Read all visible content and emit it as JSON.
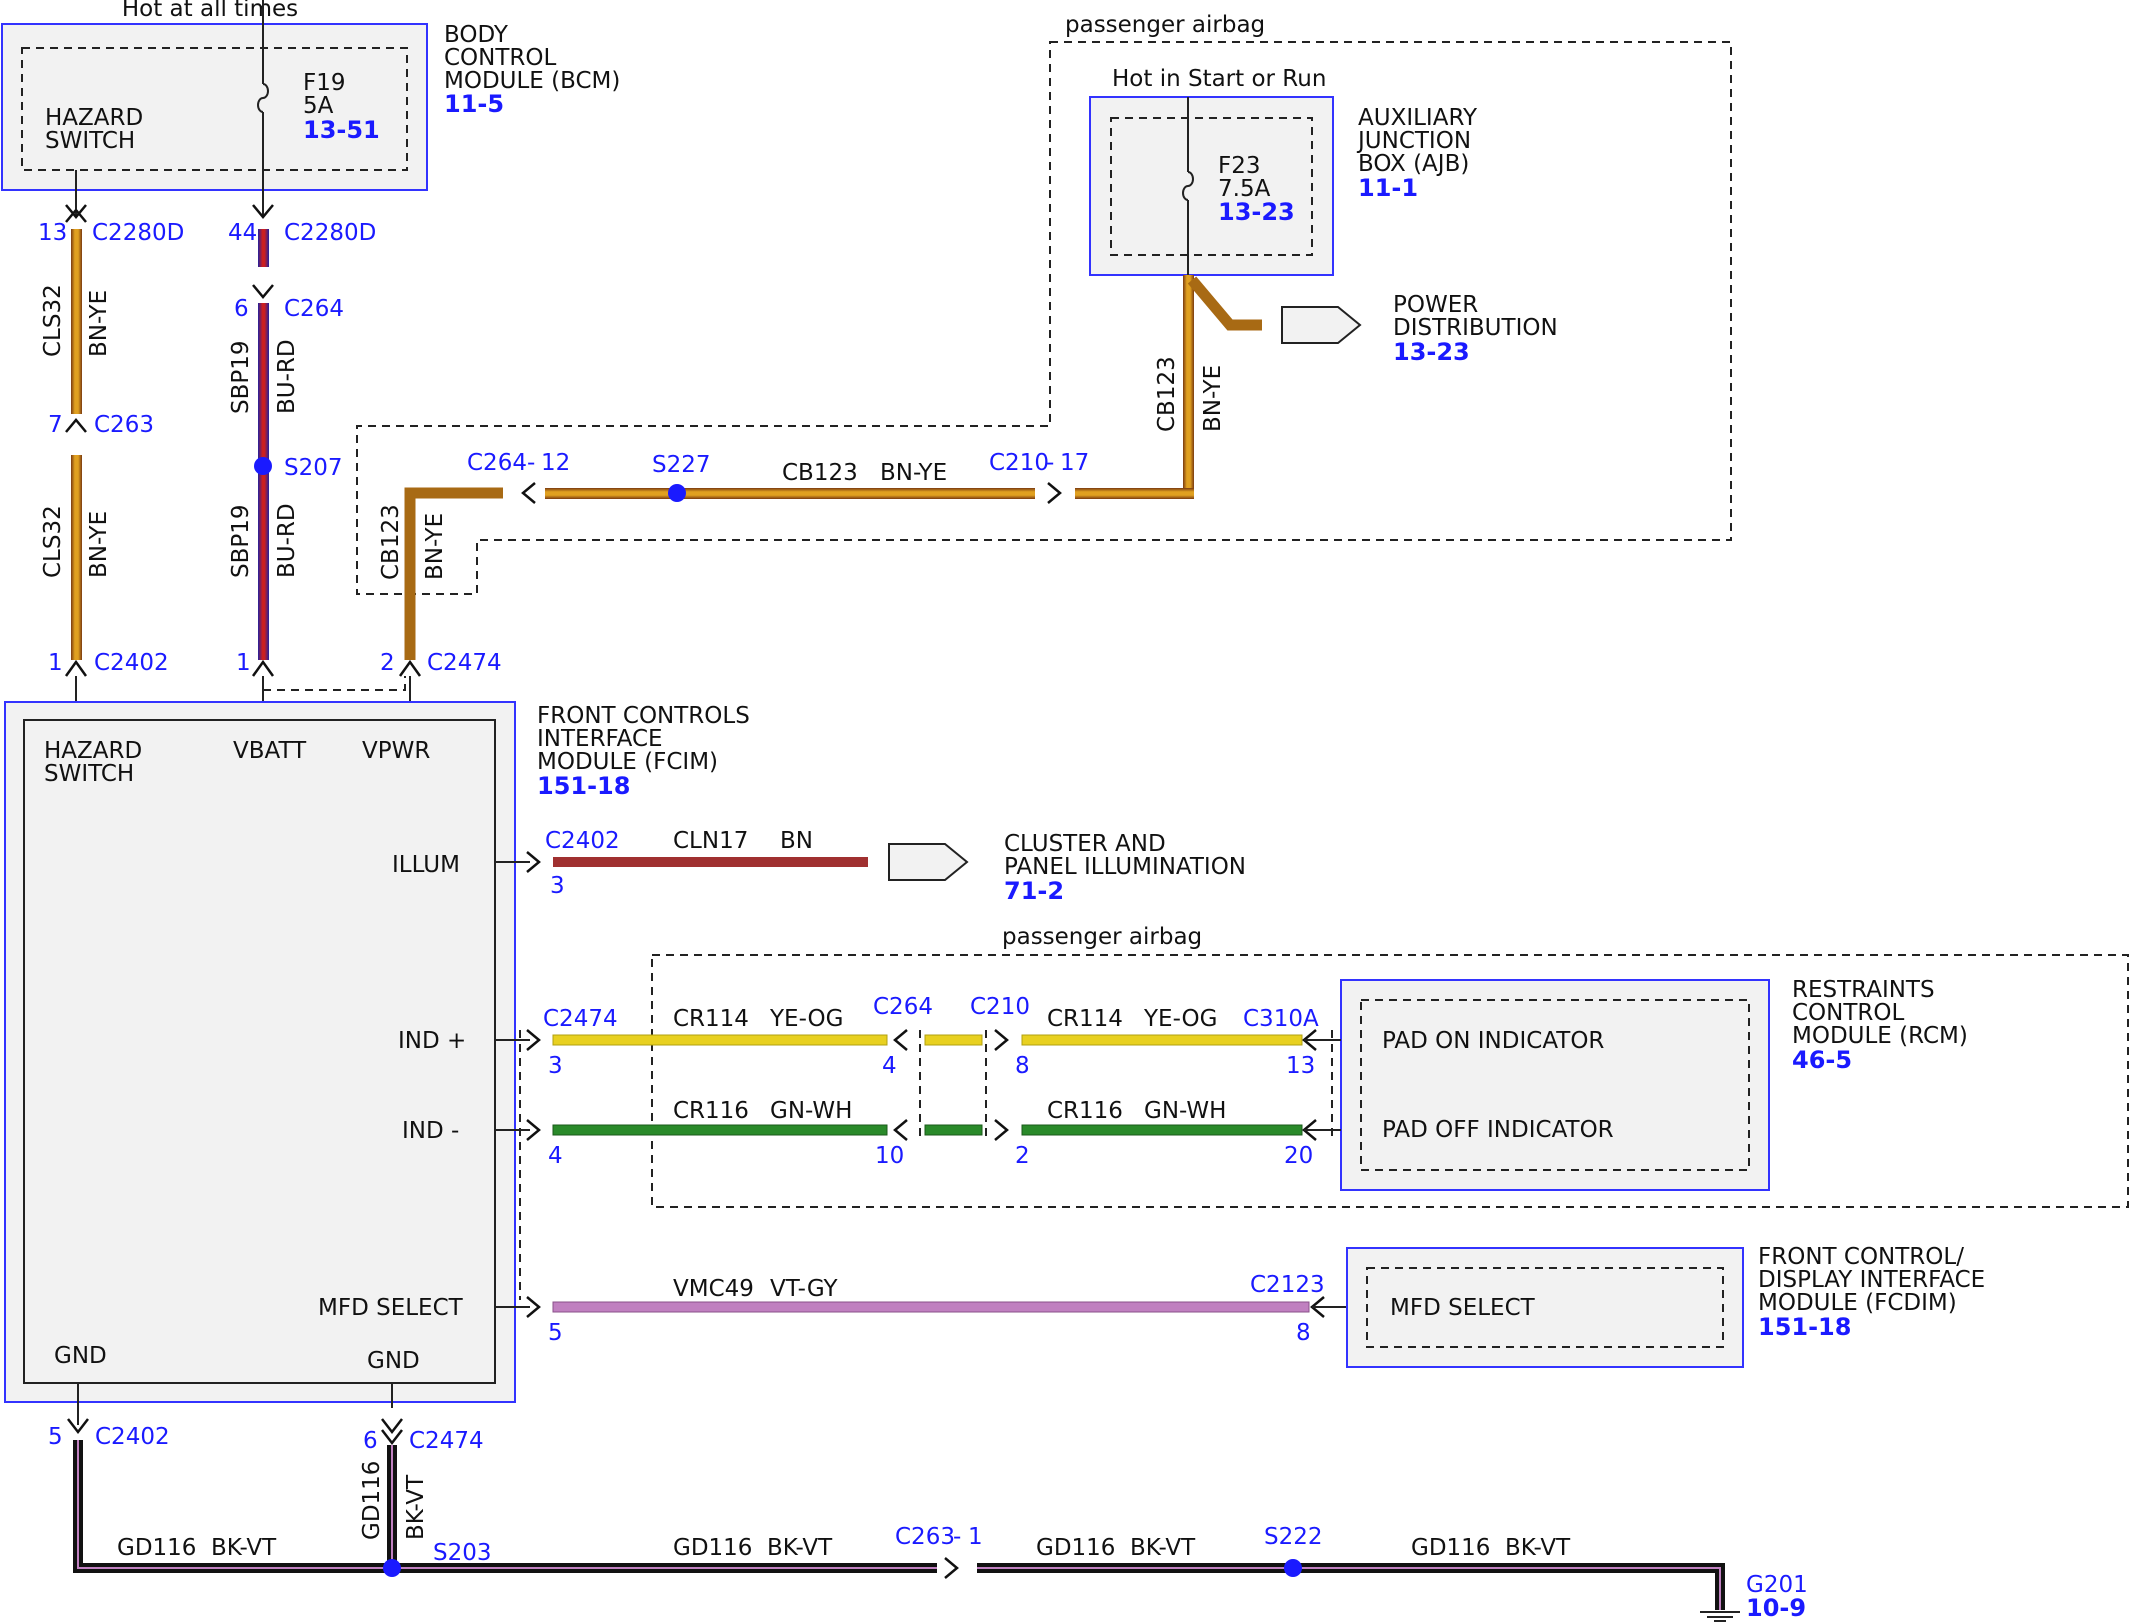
{
  "title": "",
  "labels": {
    "hot_at_all_times": "Hot at all times",
    "hot_start_run": "Hot in Start or Run",
    "passenger_airbag": "passenger airbag"
  },
  "bcm": {
    "name": [
      "BODY",
      "CONTROL",
      "MODULE (BCM)"
    ],
    "ref": "11-5",
    "switch": [
      "HAZARD",
      "SWITCH"
    ],
    "fuse": "F19",
    "rating": "5A",
    "fuse_ref": "13-51"
  },
  "ajb": {
    "name": [
      "AUXILIARY",
      "JUNCTION",
      "BOX (AJB)"
    ],
    "ref": "11-1",
    "fuse": "F23",
    "rating": "7.5A",
    "fuse_ref": "13-23"
  },
  "power_dist": {
    "name": [
      "POWER",
      "DISTRIBUTION"
    ],
    "ref": "13-23"
  },
  "fcim": {
    "name": [
      "FRONT CONTROLS",
      "INTERFACE",
      "MODULE (FCIM)"
    ],
    "ref": "151-18",
    "pins": {
      "hazard": [
        "HAZARD",
        "SWITCH"
      ],
      "vbatt": "VBATT",
      "vpwr": "VPWR",
      "illum": "ILLUM",
      "ind_plus": "IND +",
      "ind_minus": "IND -",
      "mfd": "MFD SELECT",
      "gnd1": "GND",
      "gnd2": "GND"
    }
  },
  "cluster": {
    "name": [
      "CLUSTER AND",
      "PANEL ILLUMINATION"
    ],
    "ref": "71-2"
  },
  "rcm": {
    "name": [
      "RESTRAINTS",
      "CONTROL",
      "MODULE (RCM)"
    ],
    "ref": "46-5",
    "pad_on": "PAD ON INDICATOR",
    "pad_off": "PAD OFF INDICATOR"
  },
  "fcdim": {
    "name": [
      "FRONT CONTROL/",
      "DISPLAY INTERFACE",
      "MODULE (FCDIM)"
    ],
    "ref": "151-18",
    "mfd": "MFD SELECT"
  },
  "ground": {
    "name": "G201",
    "ref": "10-9"
  },
  "connectors": {
    "c2280d": "C2280D",
    "c264": "C264",
    "c263": "C263",
    "c2402": "C2402",
    "c2474": "C2474",
    "c210": "C210",
    "c310a": "C310A",
    "c2123": "C2123",
    "c264_12": "C264",
    "c210_17": "C210",
    "c263_1": "C263"
  },
  "splices": {
    "s207": "S207",
    "s227": "S227",
    "s203": "S203",
    "s222": "S222"
  },
  "pins": {
    "p13": "13",
    "p44": "44",
    "p6a": "6",
    "p7": "7",
    "p1a": "1",
    "p1b": "1",
    "p2": "2",
    "p12": "12",
    "p17": "17",
    "p3a": "3",
    "p3b": "3",
    "p4a": "4",
    "p8a": "8",
    "p13b": "13",
    "p4b": "4",
    "p10": "10",
    "p2b": "2",
    "p20": "20",
    "p5": "5",
    "p8b": "8",
    "p5b": "5",
    "p6b": "6",
    "p1c": "1",
    "dash1": "-",
    "dash2": "-",
    "dash3": "-"
  },
  "wires": {
    "cls32_a": {
      "circuit": "CLS32",
      "color": "BN-YE"
    },
    "cls32_b": {
      "circuit": "CLS32",
      "color": "BN-YE"
    },
    "sbp19_a": {
      "circuit": "SBP19",
      "color": "BU-RD"
    },
    "sbp19_b": {
      "circuit": "SBP19",
      "color": "BU-RD"
    },
    "cb123_v": {
      "circuit": "CB123",
      "color": "BN-YE"
    },
    "cb123_h": {
      "circuit": "CB123",
      "color": "BN-YE"
    },
    "cb123_l": {
      "circuit": "CB123",
      "color": "BN-YE"
    },
    "cln17": {
      "circuit": "CLN17",
      "color": "BN"
    },
    "cr114_a": {
      "circuit": "CR114",
      "color": "YE-OG"
    },
    "cr114_b": {
      "circuit": "CR114",
      "color": "YE-OG"
    },
    "cr116_a": {
      "circuit": "CR116",
      "color": "GN-WH"
    },
    "cr116_b": {
      "circuit": "CR116",
      "color": "GN-WH"
    },
    "vmc49": {
      "circuit": "VMC49",
      "color": "VT-GY"
    },
    "gd116_v": {
      "circuit": "GD116",
      "color": "BK-VT"
    },
    "gd116_1": {
      "circuit": "GD116",
      "color": "BK-VT"
    },
    "gd116_2": {
      "circuit": "GD116",
      "color": "BK-VT"
    },
    "gd116_3": {
      "circuit": "GD116",
      "color": "BK-VT"
    },
    "gd116_4": {
      "circuit": "GD116",
      "color": "BK-VT"
    }
  },
  "colors": {
    "bn_ye": "#c08020",
    "bu_rd": "#3030cc",
    "bn": "#a03030",
    "ye_og": "#e8d020",
    "gn_wh": "#2a8a2a",
    "vt_gy": "#c080c0",
    "bk_vt": "#111111",
    "link": "#1a1aff",
    "box_border": "#3333ff"
  }
}
